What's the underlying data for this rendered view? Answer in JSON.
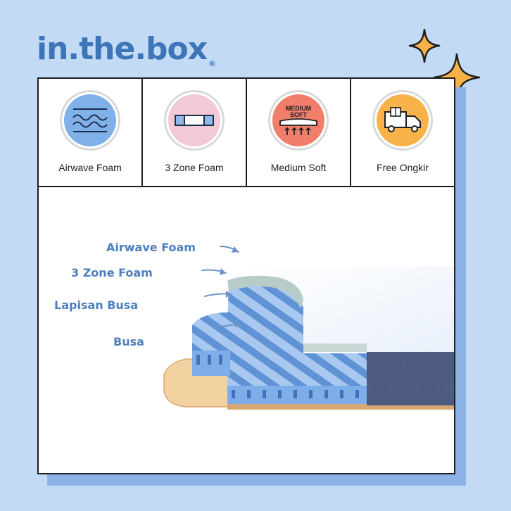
{
  "brand": {
    "logo_text": "in.the.box",
    "registered_mark": "®"
  },
  "features": [
    {
      "label": "Airwave Foam",
      "icon": "airwave-icon",
      "color": "#7fb0e8"
    },
    {
      "label": "3 Zone Foam",
      "icon": "zone-foam-icon",
      "color": "#f2c9d6"
    },
    {
      "label": "Medium Soft",
      "icon": "medium-soft-icon",
      "color": "#f07e6b",
      "icon_text_line1": "MEDIUM",
      "icon_text_line2": "SOFT"
    },
    {
      "label": "Free Ongkir",
      "icon": "delivery-truck-icon",
      "color": "#f8b24a"
    }
  ],
  "layers": [
    {
      "label": "Airwave Foam"
    },
    {
      "label": "3 Zone Foam"
    },
    {
      "label": "Lapisan Busa"
    },
    {
      "label": "Busa"
    }
  ],
  "colors": {
    "background": "#c3daf5",
    "brand_blue": "#3d75b8",
    "shadow_blue": "#8db3e6",
    "sparkle": "#f8b24a",
    "label_blue": "#4f7fbf"
  }
}
